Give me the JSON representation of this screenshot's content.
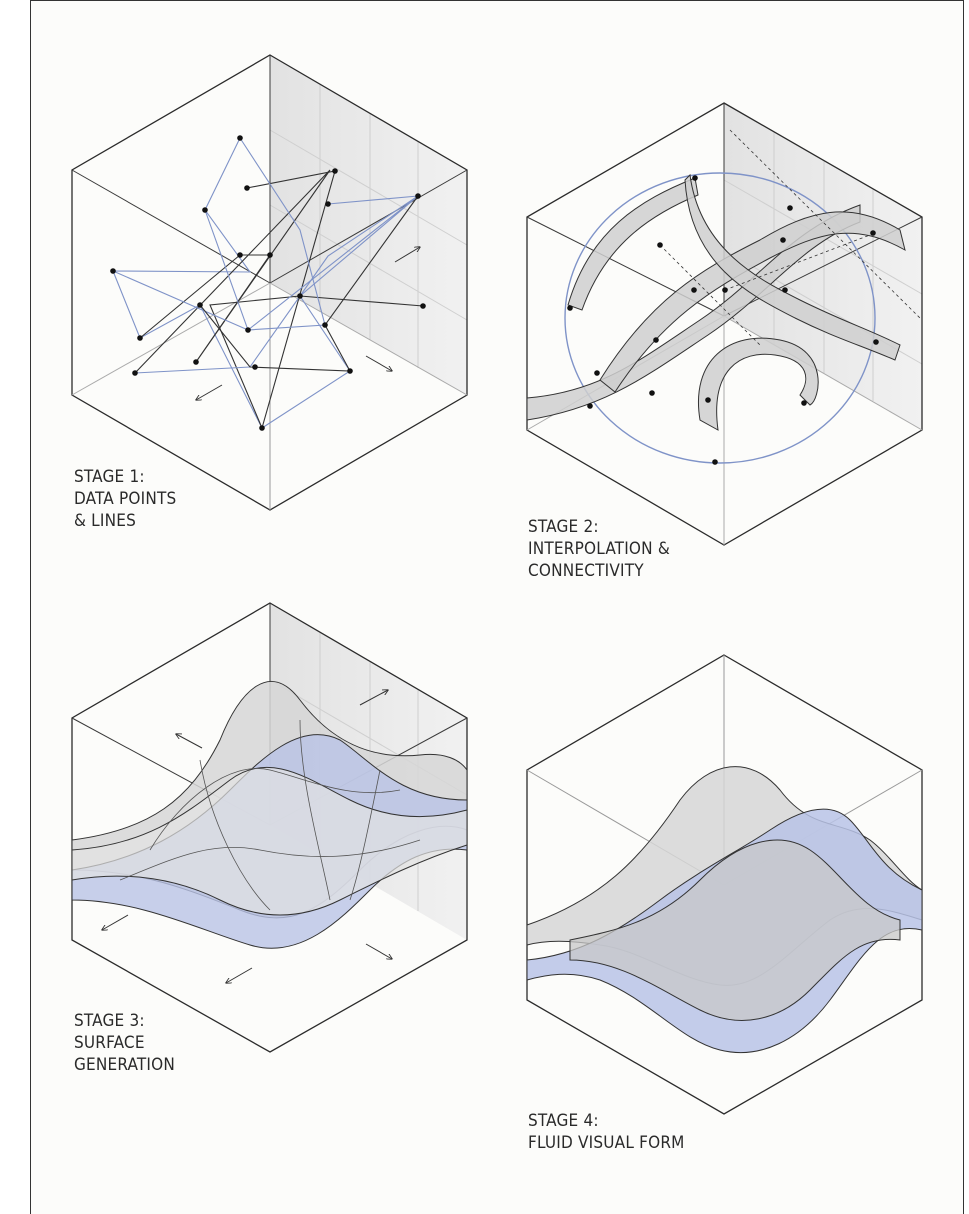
{
  "stages": [
    {
      "id": "stage-1",
      "lines": [
        "STAGE 1:",
        "DATA POINTS",
        "& LINES"
      ]
    },
    {
      "id": "stage-2",
      "lines": [
        "STAGE 2:",
        "INTERPOLATION &",
        "CONNECTIVITY"
      ]
    },
    {
      "id": "stage-3",
      "lines": [
        "STAGE 3:",
        "SURFACE",
        "GENERATION"
      ]
    },
    {
      "id": "stage-4",
      "lines": [
        "STAGE 4:",
        "FLUID VISUAL FORM"
      ]
    }
  ],
  "colors": {
    "outline": "#2b2b2b",
    "wall_shade": "#e8e8e8",
    "blue_line": "#7f93c8",
    "blue_fill": "#b9c3e6",
    "gray_fill": "#cfcfcf",
    "point": "#111111"
  }
}
